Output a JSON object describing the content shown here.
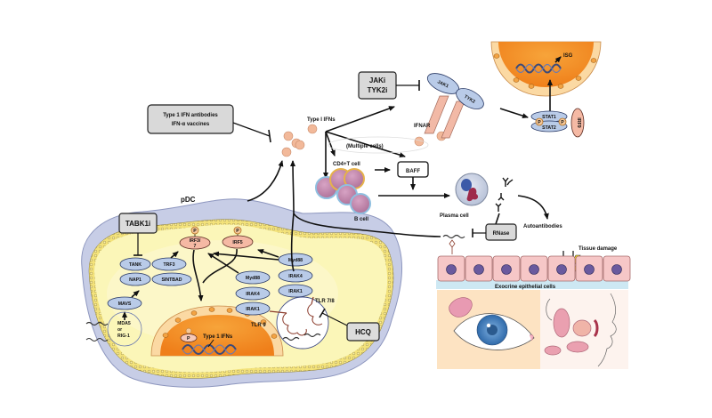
{
  "figure": {
    "title": "Type I IFN pathway in Sjögren's syndrome and therapeutic targets",
    "colors": {
      "cell_membrane": "#c7cde6",
      "cytoplasm": "#fbf6b8",
      "nucleus": "#f39a2a",
      "nuclear_envelope": "#fbd9a3",
      "protein": "#b9cbe8",
      "irf": "#f5b9a4",
      "ifn_particle": "#f2b99a",
      "b_cell": "#c98ab0",
      "epithelium": "#f7c8c8",
      "drug_box": "#d9d9d9"
    }
  },
  "drugs": {
    "ifn_antibodies_line1": "Type 1 IFN antibodies",
    "ifn_antibodies_line2": "IFN-α vaccines",
    "jak_line1": "JAKi",
    "jak_line2": "TYK2i",
    "tabk1": "TABK1i",
    "hcq": "HCQ",
    "rnase": "RNase"
  },
  "labels": {
    "type_i_ifns": "Type I IFNs",
    "multiple_cells": "(Multiple cells)",
    "cd4_t_cell": "CD4+T cell",
    "baff": "BAFF",
    "b_cell": "B cell",
    "plasma_cell": "Plasma cell",
    "autoantibodies": "Autoantibodies",
    "tissue_damage": "Tissue damage",
    "exocrine": "Exocrine epithelial cells",
    "ifnar": "IFNAR",
    "pdc": "pDC",
    "isg": "ISG",
    "type_1_ifns_gene": "Type 1 IFNs",
    "tlr9": "TLR 9",
    "tlr78": "TLR 7/8",
    "mda5_line1": "MDA5",
    "mda5_line2": "or",
    "mda5_line3": "RIG-1"
  },
  "proteins": {
    "jak1": "JAK1",
    "tyk2": "TYK2",
    "stat1": "STAT1",
    "stat2": "STAT2",
    "irf9": "IRF9",
    "p": "P",
    "irf37_line1": "IRF3/",
    "irf37_line2": "7",
    "irf5": "IRF5",
    "tank": "TANK",
    "trf3": "TRF3",
    "nap1": "NAP1",
    "sintbad": "SINTBAD",
    "mavs": "MAVS",
    "myd88_a": "Myd88",
    "irak4_a": "IRAK4",
    "irak1_a": "IRAK1",
    "myd88_b": "Myd88",
    "irak4_b": "IRAK4",
    "irak1_b": "IRAK1",
    "nuc_factor": "P"
  }
}
